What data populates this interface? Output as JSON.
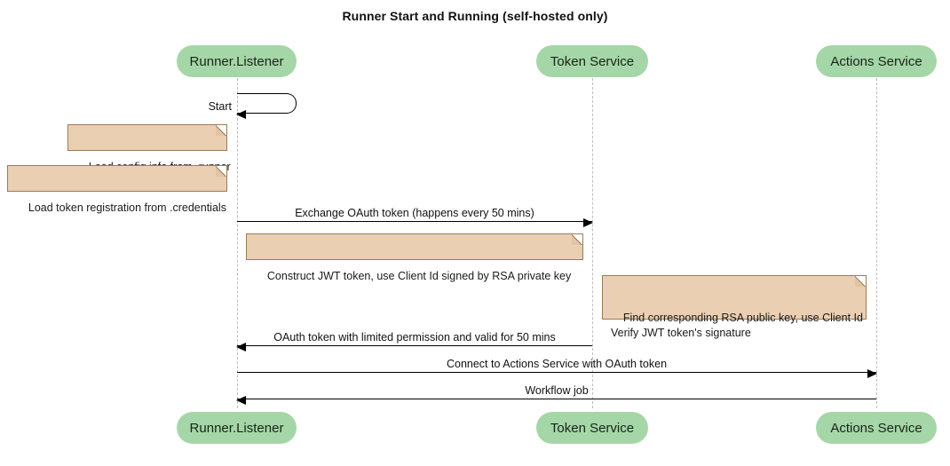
{
  "diagram": {
    "type": "sequence-diagram",
    "title": "Runner Start and Running (self-hosted only)",
    "colors": {
      "participant_fill": "#a5d6a7",
      "note_fill": "#ebcfb2",
      "note_border": "#9b7b55",
      "lifeline": "#bdbdbd",
      "arrow": "#000000",
      "background": "#ffffff"
    },
    "participants": [
      {
        "id": "runner",
        "label": "Runner.Listener"
      },
      {
        "id": "token",
        "label": "Token Service"
      },
      {
        "id": "actions",
        "label": "Actions Service"
      }
    ],
    "participants_bottom": [
      {
        "id": "runner",
        "label": "Runner.Listener"
      },
      {
        "id": "token",
        "label": "Token Service"
      },
      {
        "id": "actions",
        "label": "Actions Service"
      }
    ],
    "self_messages": [
      {
        "id": "start",
        "label": "Start",
        "from": "runner",
        "to": "runner"
      }
    ],
    "notes": [
      {
        "id": "note-load-config",
        "text": "Load config info from .runner",
        "attached_to": "runner"
      },
      {
        "id": "note-load-token",
        "text": "Load token registration from .credentials",
        "attached_to": "runner"
      },
      {
        "id": "note-construct-jwt",
        "text": "Construct JWT token, use Client Id signed by RSA private key",
        "attached_to": "runner"
      },
      {
        "id": "note-verify-jwt",
        "text": "Find corresponding RSA public key, use Client Id\nVerify JWT token's signature",
        "attached_to": "token"
      }
    ],
    "messages": [
      {
        "id": "msg-exchange-oauth",
        "label": "Exchange OAuth token (happens every 50 mins)",
        "from": "runner",
        "to": "token",
        "direction": "right",
        "style": "solid"
      },
      {
        "id": "msg-oauth-response",
        "label": "OAuth token with limited permission and valid for 50 mins",
        "from": "token",
        "to": "runner",
        "direction": "left",
        "style": "solid"
      },
      {
        "id": "msg-connect-actions",
        "label": "Connect to Actions Service with OAuth token",
        "from": "runner",
        "to": "actions",
        "direction": "right",
        "style": "solid"
      },
      {
        "id": "msg-workflow-job",
        "label": "Workflow job",
        "from": "actions",
        "to": "runner",
        "direction": "left",
        "style": "solid"
      }
    ]
  }
}
